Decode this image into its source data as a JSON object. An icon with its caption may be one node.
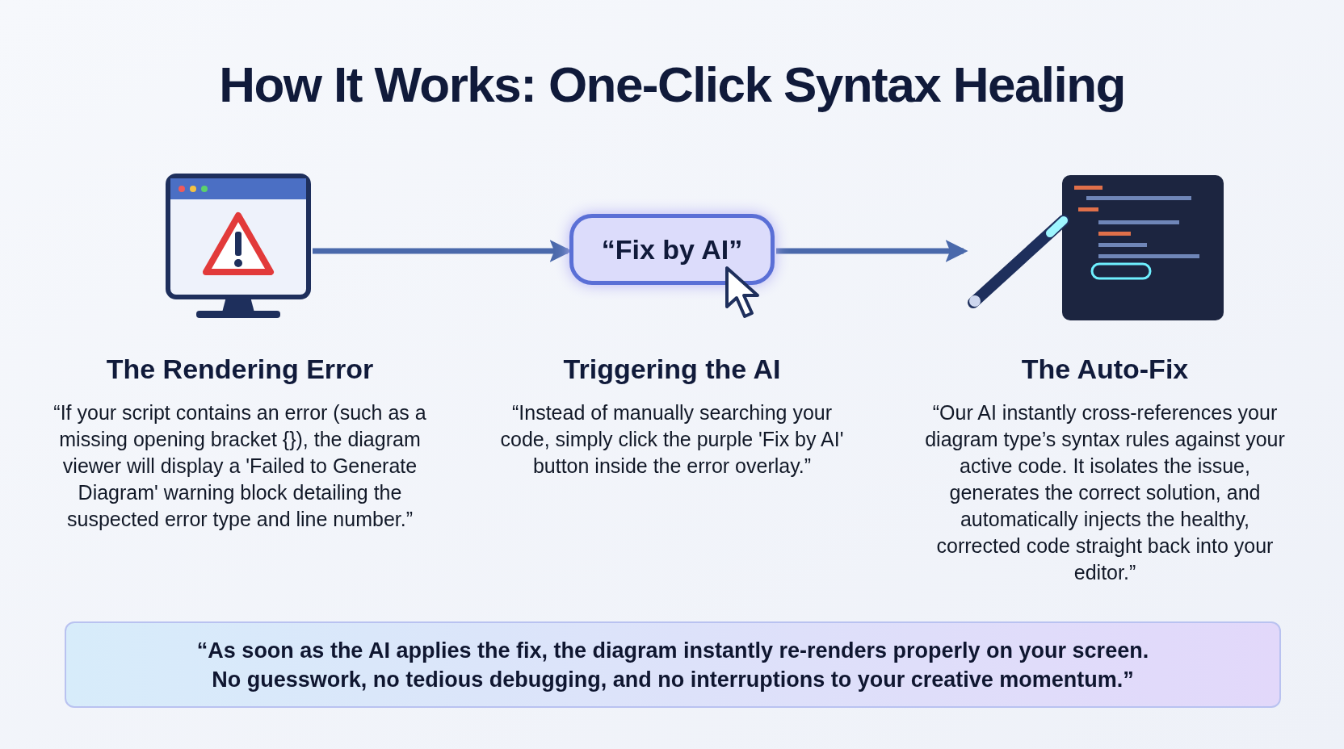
{
  "diagram": {
    "title": "How It Works: One-Click Syntax Healing",
    "nodes": [
      {
        "text": [],
        "shape": "picture",
        "beside": [
          "The Rendering Error",
          "“If your script contains an error (such as a missing opening bracket {}), the diagram viewer will display a 'Failed to Generate Diagram' warning block detailing the suspected error type and line number.”"
        ]
      },
      {
        "text": [
          "“Fix by AI”"
        ],
        "beside": [
          "Triggering the AI",
          "“Instead of manually searching your code, simply click the purple 'Fix by AI' button inside the error overlay.”"
        ]
      },
      {
        "text": [],
        "shape": "picture",
        "beside": [
          "The Auto-Fix",
          "“Our AI instantly cross-references your diagram type’s syntax rules against your active code. It isolates the issue, generates the correct solution, and automatically injects the healthy, corrected code straight back into your editor.”"
        ]
      },
      {
        "text": [
          "“As soon as the AI applies the fix, the diagram instantly re-renders properly on your screen. No guesswork, no tedious debugging, and no interruptions to your creative momentum.”"
        ]
      }
    ],
    "edges": [
      {
        "from": 0,
        "to": 1,
        "arrow": "to"
      },
      {
        "from": 1,
        "to": 2,
        "arrow": "to"
      }
    ]
  }
}
